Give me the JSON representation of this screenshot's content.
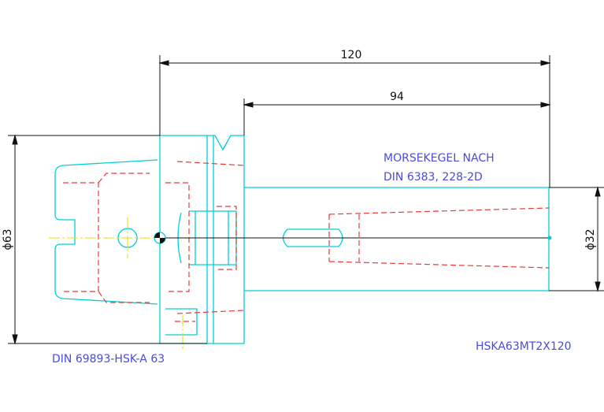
{
  "drawing": {
    "dimensions": {
      "overall_length": "120",
      "shank_length": "94",
      "diameter_flange": "ϕ63",
      "diameter_shank": "ϕ32"
    },
    "notes": {
      "taper_line1": "MORSEKEGEL NACH",
      "taper_line2": "DIN 6383, 228-2D",
      "standard": "DIN 69893-HSK-A 63",
      "part_number": "HSKA63MT2X120"
    },
    "colors": {
      "outline": "#00cfd8",
      "hidden": "#e83a3a",
      "dimension": "#111111",
      "center": "#e0e000",
      "note": "#4a4ae0"
    }
  }
}
